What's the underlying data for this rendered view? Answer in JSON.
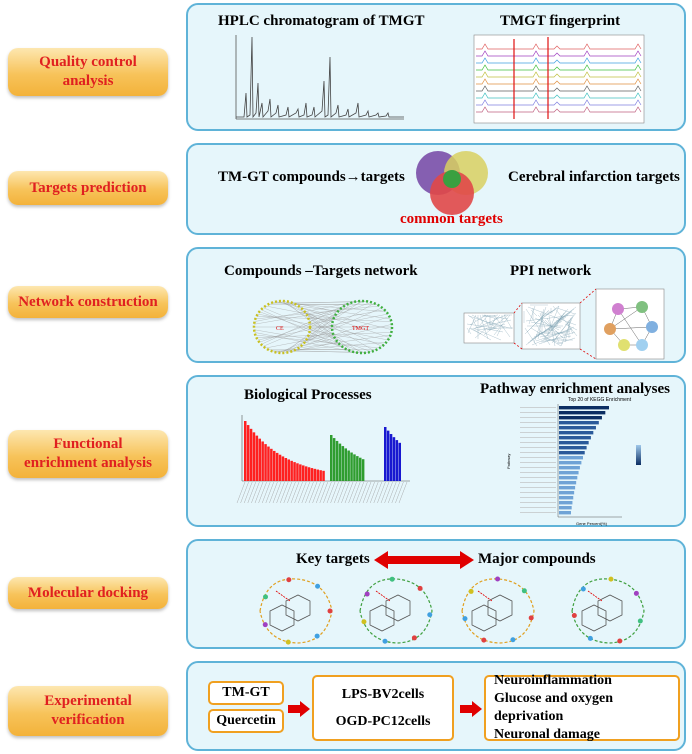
{
  "stages": [
    {
      "label_line1": "Quality control",
      "label_line2": "analysis"
    },
    {
      "label_line1": "Targets prediction",
      "label_line2": ""
    },
    {
      "label_line1": "Network construction",
      "label_line2": ""
    },
    {
      "label_line1": "Functional",
      "label_line2": "enrichment analysis"
    },
    {
      "label_line1": "Molecular docking",
      "label_line2": ""
    },
    {
      "label_line1": "Experimental",
      "label_line2": "verification"
    }
  ],
  "qc": {
    "hplc_title": "HPLC chromatogram of  TMGT",
    "fingerprint_title": "TMGT fingerprint"
  },
  "targets": {
    "left_label": "TM-GT compounds→targets",
    "right_label": "Cerebral infarction targets",
    "common_label": "common targets"
  },
  "network": {
    "ct_title": "Compounds –Targets network",
    "ppi_title": "PPI network",
    "node_ce": "CE",
    "node_tmgt": "TMGT"
  },
  "enrichment": {
    "bp_title": "Biological Processes",
    "pathway_title": "Pathway enrichment analyses",
    "kegg_title": "Top 20 of KEGG Enrichment",
    "kegg_ylabel": "Pathway",
    "kegg_xlabel": "Gene Percent(%)"
  },
  "docking": {
    "key_targets": "Key targets",
    "major_compounds": "Major compounds"
  },
  "experimental": {
    "drug1": "TM-GT",
    "drug2": "Quercetin",
    "model1": "LPS-BV2cells",
    "model2": "OGD-PC12cells",
    "outcome1": "Neuroinflammation",
    "outcome2": "Glucose and oxygen deprivation",
    "outcome3": "Neuronal damage"
  },
  "colors": {
    "stage_text": "#e02020",
    "panel_border": "#5fb3d8",
    "panel_fill": "#e6f6fb",
    "arrow": "#e00000",
    "box_border": "#f0a020"
  }
}
